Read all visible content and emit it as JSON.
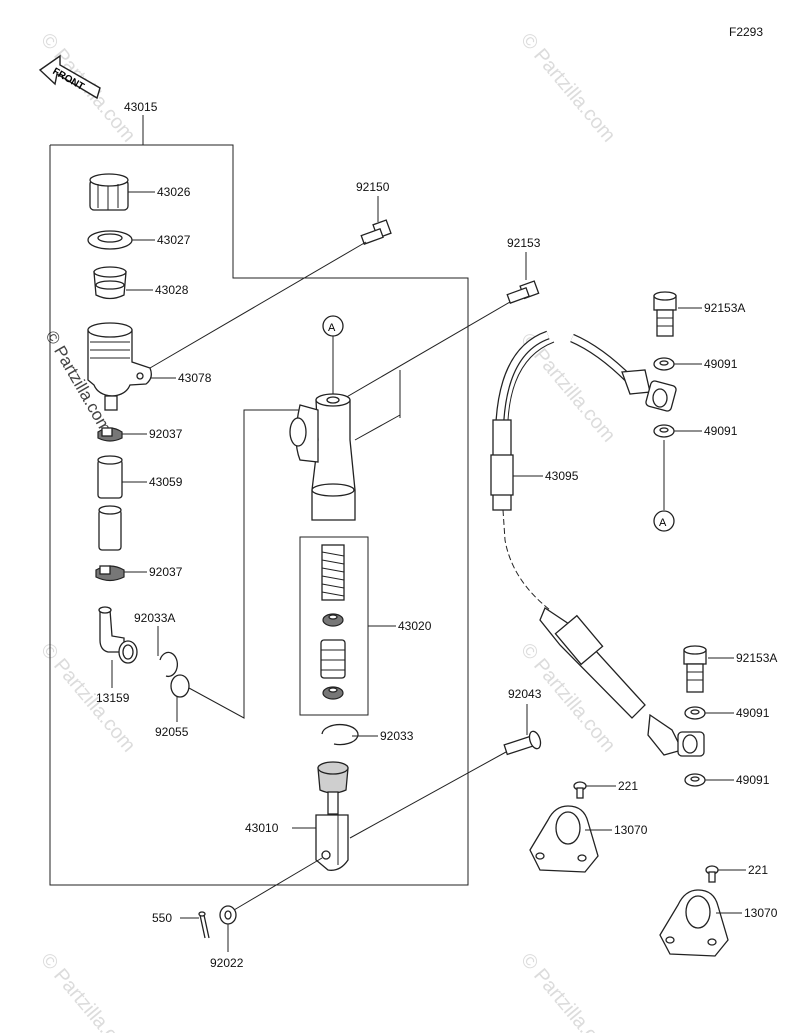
{
  "figure_id": "F2293",
  "front_label": "FRONT",
  "watermark": "© Partzilla.com",
  "callouts": {
    "c43015": "43015",
    "c43026": "43026",
    "c43027": "43027",
    "c43028": "43028",
    "c43078": "43078",
    "c92037a": "92037",
    "c43059": "43059",
    "c92037b": "92037",
    "c92033A": "92033A",
    "c13159": "13159",
    "c92055": "92055",
    "c92150": "92150",
    "c92153": "92153",
    "c43020": "43020",
    "c92033": "92033",
    "c43010": "43010",
    "c92043": "92043",
    "c550": "550",
    "c92022": "92022",
    "c92153A_top": "92153A",
    "c49091_1": "49091",
    "c49091_2": "49091",
    "c43095": "43095",
    "c92153A_mid": "92153A",
    "c49091_3": "49091",
    "c49091_4": "49091",
    "c221_1": "221",
    "c13070_1": "13070",
    "c221_2": "221",
    "c13070_2": "13070",
    "refA_1": "A",
    "refA_2": "A"
  }
}
